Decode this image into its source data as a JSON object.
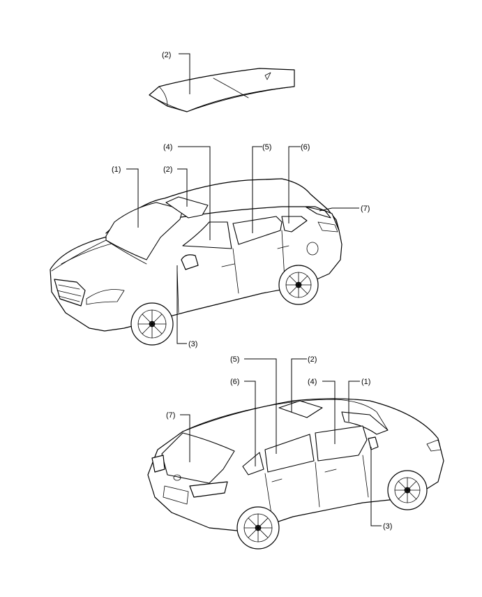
{
  "callouts": {
    "roof_top": "(2)",
    "front_1": "(1)",
    "front_2": "(2)",
    "front_3": "(3)",
    "front_4": "(4)",
    "front_5": "(5)",
    "front_6": "(6)",
    "front_7": "(7)",
    "rear_1": "(1)",
    "rear_2": "(2)",
    "rear_3": "(3)",
    "rear_4": "(4)",
    "rear_5": "(5)",
    "rear_6": "(6)",
    "rear_7": "(7)"
  }
}
